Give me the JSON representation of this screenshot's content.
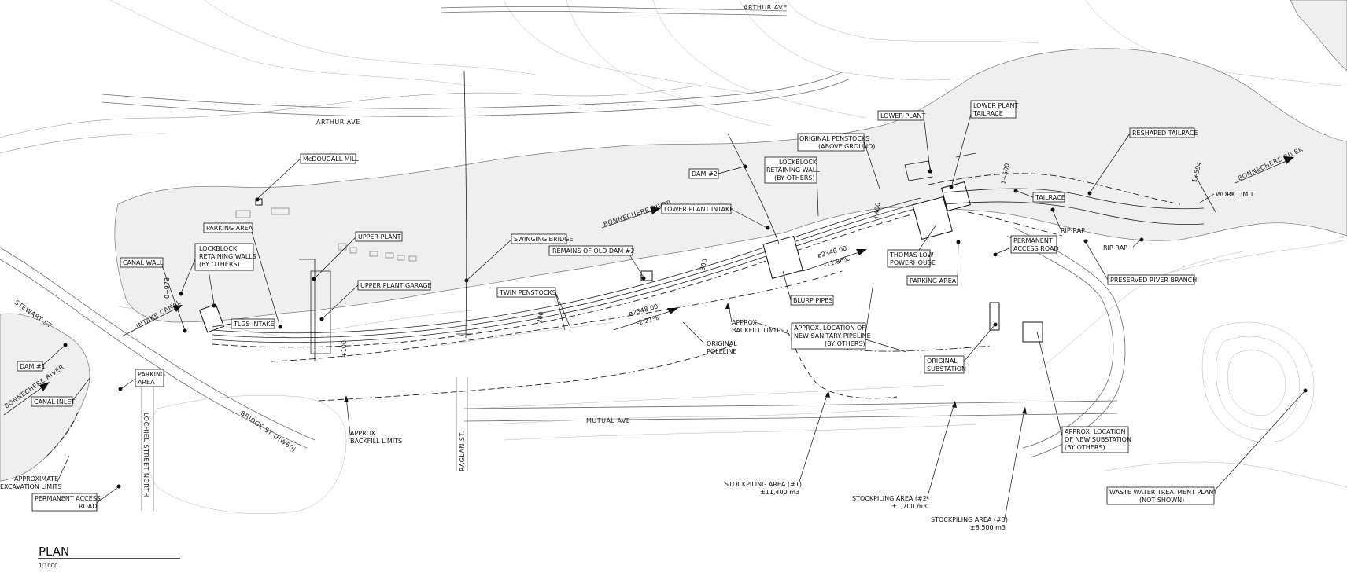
{
  "title": "PLAN",
  "scale": "1:1000",
  "streets": {
    "arthur_ave_top": "ARTHUR AVE",
    "arthur_ave": "ARTHUR AVE",
    "stewart_st": "STEWART ST",
    "bridge_st": "BRIDGE ST (HW60)",
    "lochiel_street_north": "LOCHIEL STREET NORTH",
    "raglan_st": "RAGLAN ST.",
    "mutual_ave": "MUTUAL AVE"
  },
  "river": {
    "upstream_label": "BONNECHERE RIVER",
    "mid_label": "BONNECHERE RIVER",
    "downstream_label": "BONNECHERE RIVER",
    "intake_canal": "INTAKE CANAL"
  },
  "stations": {
    "sta_0_973": "0+973",
    "sta_100": "+100",
    "sta_200": "200",
    "sta_300": "300",
    "sta_400": "+400",
    "sta_500": "1+500",
    "sta_594": "1+594"
  },
  "pipe_notes": {
    "upper_dia": "ø2348 00",
    "upper_slope": "-2.21%",
    "lower_dia": "ø2348 00",
    "lower_slope": "-11.86%"
  },
  "callouts": {
    "mcdougall_mill": "McDOUGALL MILL",
    "parking_area_top": "PARKING AREA",
    "canal_wall": "CANAL WALL",
    "lockblock_walls": [
      "LOCKBLOCK",
      "RETAINING WALLS",
      "(BY OTHERS)"
    ],
    "upper_plant": "UPPER PLANT",
    "upper_plant_garage": "UPPER PLANT GARAGE",
    "swinging_bridge": "SWINGING BRIDGE",
    "remains_old_dam": "REMAINS OF OLD DAM #2",
    "twin_penstocks": "TWIN PENSTOCKS",
    "tlgs_intake": "TLGS INTAKE",
    "dam_1": "DAM #1",
    "canal_inlet": "CANAL INLET",
    "parking_area_left": [
      "PARKING",
      "AREA"
    ],
    "approx_excavation": [
      "APPROXIMATE",
      "EXCAVATION LIMITS"
    ],
    "permanent_access_left": [
      "PERMANENT ACCESS",
      "ROAD"
    ],
    "approx_backfill_bottom": [
      "APPROX.",
      "BACKFILL LIMITS"
    ],
    "dam_2": "DAM #2",
    "lower_plant_intake": "LOWER PLANT INTAKE",
    "lockblock_wall": [
      "LOCKBLOCK",
      "RETAINING WALL",
      "(BY OTHERS)"
    ],
    "original_penstocks": [
      "ORIGINAL PENSTOCKS",
      "(ABOVE GROUND)"
    ],
    "lower_plant": "LOWER PLANT",
    "lower_plant_tailrace": [
      "LOWER PLANT",
      "TAILRACE"
    ],
    "reshaped_tailrace": "RESHAPED TAILRACE",
    "tailrace": "TAILRACE",
    "work_limit": "WORK LIMIT",
    "rip_rap_1": "RIP-RAP",
    "rip_rap_2": "RIP-RAP",
    "permanent_access_right": [
      "PERMANENT",
      "ACCESS ROAD"
    ],
    "thomas_low_powerhouse": [
      "THOMAS LOW",
      "POWERHOUSE"
    ],
    "preserved_river_branch": "PRESERVED RIVER BRANCH",
    "parking_area_right": "PARKING AREA",
    "blurp_pipes": "BLURP PIPES",
    "approx_backfill_mid": [
      "APPROX.",
      "BACKFILL LIMITS"
    ],
    "original_poleline": [
      "ORIGINAL",
      "POLELINE"
    ],
    "sanitary_pipeline": [
      "APPROX. LOCATION OF",
      "NEW SANITARY PIPELINE",
      "(BY OTHERS)"
    ],
    "original_substation": [
      "ORIGINAL",
      "SUBSTATION"
    ],
    "new_substation": [
      "APPROX. LOCATION",
      "OF NEW SUBSTATION",
      "(BY OTHERS)"
    ],
    "stockpile_1": [
      "STOCKPILING AREA (#1)",
      "±11,400 m3"
    ],
    "stockpile_2": [
      "STOCKPILING AREA (#2)",
      "±1,700 m3"
    ],
    "stockpile_3": [
      "STOCKPILING AREA (#3)",
      "±8,500 m3"
    ],
    "wastewater": [
      "WASTE WATER TREATMENT PLANT",
      "(NOT SHOWN)"
    ]
  }
}
